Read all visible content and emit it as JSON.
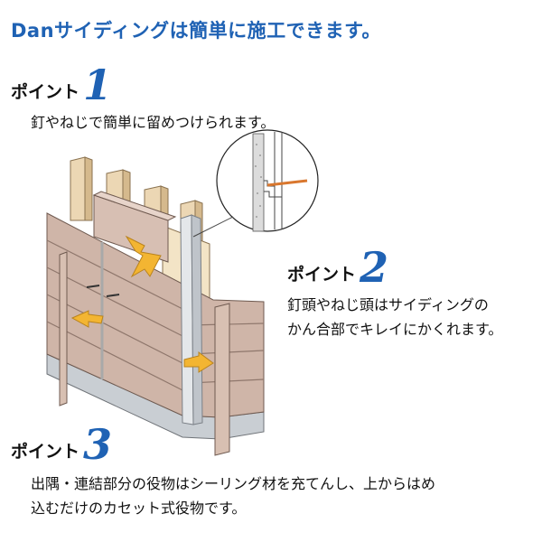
{
  "title": "Danサイディングは簡単に施工できます。",
  "points": [
    {
      "label": "ポイント",
      "number": "1",
      "desc": [
        "釘やねじで簡単に留めつけられます。"
      ]
    },
    {
      "label": "ポイント",
      "number": "2",
      "desc": [
        "釘頭やねじ頭はサイディングの",
        "かん合部でキレイにかくれます。"
      ]
    },
    {
      "label": "ポイント",
      "number": "3",
      "desc": [
        "出隅・連結部分の役物はシーリング材を充てんし、上からはめ",
        "込むだけのカセット式役物です。"
      ]
    }
  ],
  "colors": {
    "accent": "#1f62b4",
    "siding": "#cfb5a8",
    "stud": "#ecd7b4",
    "arrow": "#f3b532",
    "nail": "#d9772e"
  }
}
